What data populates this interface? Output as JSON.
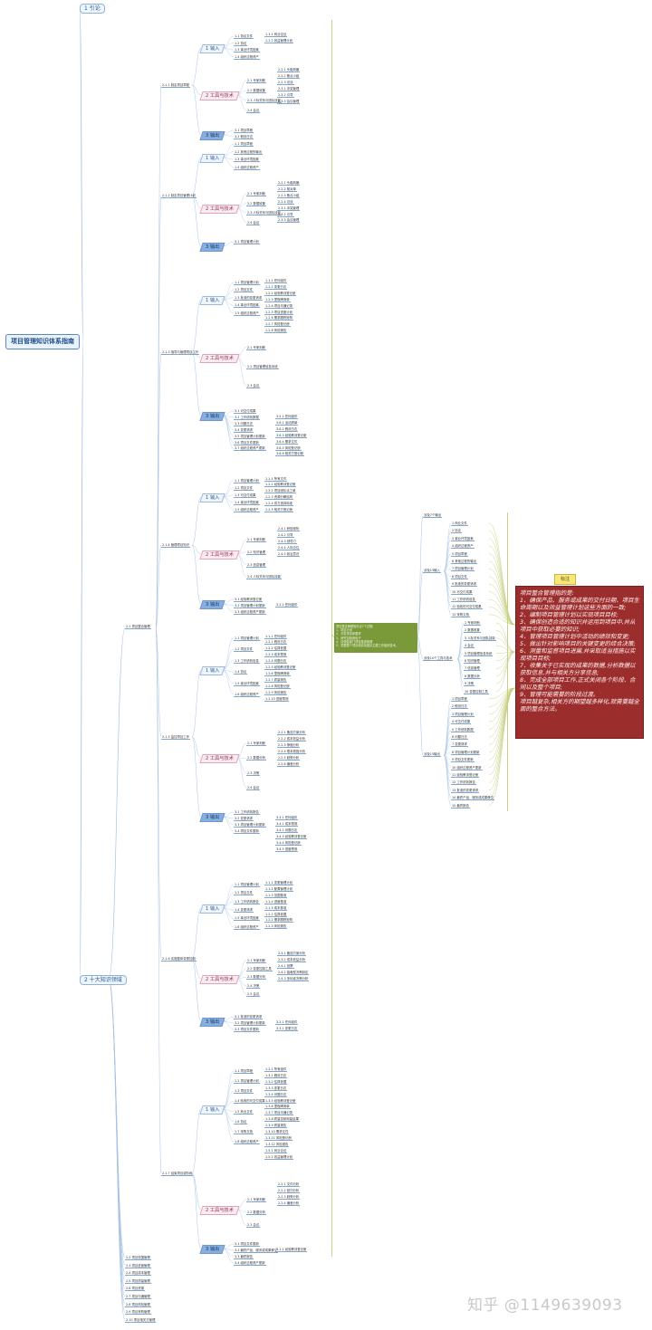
{
  "root": {
    "label": "项目管理知识体系指南"
  },
  "level1": {
    "intro": "1 引论",
    "areas": "2 十大知识领域"
  },
  "process_groups": {
    "pg1": "2.1 项目整合管理"
  },
  "other_areas": [
    "2.2 项目范围管理",
    "2.3 项目进度管理",
    "2.4 项目成本管理",
    "2.5 项目质量管理",
    "2.6 项目资源",
    "2.7 项目沟通管理",
    "2.8 项目风险管理",
    "2.9 项目采购管理",
    "2.10 项目相关方管理"
  ],
  "processes": [
    "2.1.1 制定项目章程",
    "2.1.2 制定项目管理计划",
    "2.1.3 指导与管理项目工作",
    "2.1.4 管理项目知识",
    "2.1.5 监控项目工作",
    "2.1.6 实施整体变更控制",
    "2.1.7 结束项目或阶段"
  ],
  "tags": {
    "input": "1 输入",
    "tools": "2 工具与技术",
    "output": "3 输出"
  },
  "p1": {
    "in": [
      "1.1 协议文件",
      "1.2 协议",
      "1.3 事业环境因素",
      "1.4 组织过程资产"
    ],
    "in_sub": [
      "1.1.1 商业论证",
      "1.1.2 效益管理计划"
    ],
    "tools": [
      "2.1 专家判断",
      "2.2 数据收集",
      "2.3 人际关系与团队技能",
      "2.4 会议"
    ],
    "tools_sub": [
      "2.2.1 头脑风暴",
      "2.2.2 焦点小组",
      "2.2.3 访谈",
      "2.3.1 冲突管理",
      "2.3.2 引导",
      "2.3.3 会议管理"
    ],
    "out": [
      "3.1 项目章程",
      "3.2 假设日志"
    ]
  },
  "p2": {
    "in": [
      "1.1 项目章程",
      "1.2 其他过程的输出",
      "1.3 事业环境因素",
      "1.4 组织过程资产"
    ],
    "tools": [
      "2.1 专家判断",
      "2.2 数据收集",
      "2.3 人际关系与团队技能",
      "2.4 会议"
    ],
    "tools_sub": [
      "2.2.1 头脑风暴",
      "2.2.2 核对单",
      "2.2.3 焦点小组",
      "2.2.4 访谈",
      "2.3.1 冲突管理",
      "2.3.2 引导",
      "2.3.3 会议管理"
    ],
    "out": [
      "3.1 项目管理计划"
    ]
  },
  "p3": {
    "in": [
      "1.1 项目管理计划",
      "1.2 项目文件",
      "1.3 批准的变更请求",
      "1.4 事业环境因素",
      "1.5 组织过程资产"
    ],
    "in_sub": [
      "1.1.1 任何组件",
      "1.2.1 变更日志",
      "1.2.2 经验教训登记册",
      "1.2.3 里程碑清单",
      "1.2.4 项目沟通记录",
      "1.2.5 项目进度计划",
      "1.2.6 需求跟踪矩阵",
      "1.2.7 风险登记册",
      "1.2.8 风险报告"
    ],
    "tools": [
      "2.1 专家判断",
      "2.2 项目管理信息系统",
      "2.3 会议"
    ],
    "out": [
      "3.1 可交付成果",
      "3.2 工作绩效数据",
      "3.3 问题日志",
      "3.4 变更请求",
      "3.5 项目管理计划更新",
      "3.6 项目文件更新",
      "3.7 组织过程资产更新"
    ],
    "out_sub": [
      "3.5.1 任何组件",
      "3.6.1 活动清单",
      "3.6.2 假设日志",
      "3.6.3 经验教训登记册",
      "3.6.4 需求文件",
      "3.6.5 风险登记册",
      "3.6.6 相关方登记册"
    ]
  },
  "p4": {
    "in": [
      "1.1 项目管理计划",
      "1.2 项目文件",
      "1.3 可交付成果",
      "1.4 事业环境因素",
      "1.5 组织过程资产"
    ],
    "in_sub": [
      "1.1.1 所有文件",
      "1.2.1 经验教训登记册",
      "1.2.2 项目团队派工单",
      "1.2.3 资源分解结构",
      "1.2.4 供方选择标准",
      "1.2.5 相关方登记册"
    ],
    "tools": [
      "2.1 专家判断",
      "2.2 知识管理",
      "2.3 信息管理",
      "2.4 人际关系与团队技能"
    ],
    "tools_sub": [
      "2.4.1 积极倾听",
      "2.4.2 引导",
      "2.4.3 领导力",
      "2.4.4 人际交往",
      "2.4.5 政治意识"
    ],
    "out": [
      "3.1 经验教训登记册",
      "3.2 项目管理计划更新",
      "3.3 组织过程资产更新"
    ],
    "out_sub": [
      "3.2.1 任何组件"
    ]
  },
  "p5": {
    "in": [
      "1.1 项目管理计划",
      "1.2 项目文件",
      "1.3 工作绩效信息",
      "1.4 协议",
      "1.5 事业环境因素",
      "1.6 组织过程资产"
    ],
    "in_sub": [
      "1.1.1 任何组件",
      "1.2.1 假设日志",
      "1.2.2 估算依据",
      "1.2.3 成本预测",
      "1.2.4 问题日志",
      "1.2.5 经验教训登记册",
      "1.2.6 里程碑清单",
      "1.2.7 质量报告",
      "1.2.8 风险登记册",
      "1.2.9 风险报告",
      "1.2.10 进度预测"
    ],
    "tools": [
      "2.1 专家判断",
      "2.2 数据分析",
      "2.3 决策",
      "2.4 会议"
    ],
    "tools_sub": [
      "2.2.1 备选方案分析",
      "2.2.2 成本效益分析",
      "2.2.3 挣值分析",
      "2.2.4 根本原因分析",
      "2.2.5 趋势分析",
      "2.2.6 偏差分析"
    ],
    "out": [
      "3.1 工作绩效报告",
      "3.2 变更请求",
      "3.3 项目管理计划更新",
      "3.4 项目文件更新"
    ],
    "out_sub": [
      "3.3.1 任何组件",
      "3.4.1 成本预测",
      "3.4.2 问题日志",
      "3.4.3 经验教训登记册",
      "3.4.4 风险登记册",
      "3.4.5 进度预测"
    ]
  },
  "p6": {
    "in": [
      "1.1 项目管理计划",
      "1.2 项目文件",
      "1.3 工作绩效报告",
      "1.4 变更请求",
      "1.5 事业环境因素",
      "1.6 组织过程资产"
    ],
    "in_sub": [
      "1.1.1 变更管理计划",
      "1.1.2 配置管理计划",
      "1.1.3 范围基准",
      "1.1.4 进度基准",
      "1.1.5 成本基准",
      "1.2.1 估算依据",
      "1.2.2 需求跟踪矩阵",
      "1.2.3 风险报告"
    ],
    "tools": [
      "2.1 专家判断",
      "2.2 变更控制工具",
      "2.3 数据分析",
      "2.4 决策",
      "2.5 会议"
    ],
    "tools_sub": [
      "2.3.1 备选方案分析",
      "2.3.2 成本效益分析",
      "2.4.1 投票",
      "2.4.2 独裁型决策制定",
      "2.4.3 多标准决策分析"
    ],
    "out": [
      "3.1 批准的变更请求",
      "3.2 项目管理计划更新",
      "3.3 项目文件更新"
    ],
    "out_sub": [
      "3.2.1 任何组件",
      "3.3.1 变更日志"
    ]
  },
  "p7": {
    "in": [
      "1.1 项目章程",
      "1.2 项目管理计划",
      "1.3 项目文件",
      "1.4 验收的可交付成果",
      "1.5 商业文件",
      "1.6 协议",
      "1.7 采购文档",
      "1.8 组织过程资产"
    ],
    "in_sub": [
      "1.2.1 所有组件",
      "1.3.1 假设日志",
      "1.3.2 估算依据",
      "1.3.3 变更日志",
      "1.3.4 问题日志",
      "1.3.5 经验教训登记册",
      "1.3.6 里程碑清单",
      "1.3.7 项目沟通记录",
      "1.3.8 质量控制测量结果",
      "1.3.9 质量报告",
      "1.3.10 需求文件",
      "1.3.11 风险登记册",
      "1.3.12 风险报告",
      "1.5.1 商业论证",
      "1.5.2 效益管理计划"
    ],
    "tools": [
      "2.1 专家判断",
      "2.2 数据分析",
      "2.3 会议"
    ],
    "tools_sub": [
      "2.2.1 文件分析",
      "2.2.2 回归分析",
      "2.2.3 趋势分析",
      "2.2.4 偏差分析"
    ],
    "out": [
      "3.1 项目文件更新",
      "3.2 最终产品、服务或成果移交",
      "3.3 最终报告",
      "3.4 组织过程资产更新"
    ],
    "out_sub": [
      "3.1.1 经验教训登记册"
    ]
  },
  "summary": {
    "in_label": "涉及7个输出",
    "in13_label": "涉及13输入",
    "tools10_label": "涉及10个工具与技术",
    "out15_label": "涉及15输出",
    "inputs": [
      "1 商业文件",
      "2 协议",
      "3 事业环境因素",
      "4 组织过程资产",
      "5 项目章程",
      "6 其他过程的输出",
      "7 项目管理计划",
      "8 项目文件",
      "9 批准的变更请求",
      "10 可交付成果",
      "11 工作绩效信息",
      "12 验收的可交付成果",
      "13 采购文档"
    ],
    "tools": [
      "1 专家判断",
      "2 数据收集",
      "3 人际关系与团队技能",
      "4 会议",
      "5 项目管理信息系统",
      "6 知识管理",
      "7 信息管理",
      "8 数据分析",
      "9 决策",
      "10 变更控制工具"
    ],
    "outputs": [
      "1 项目章程",
      "2 假设日志",
      "3 项目管理计划",
      "4 可交付成果",
      "5 工作绩效数据",
      "6 问题日志",
      "7 变更请求",
      "8 项目管理计划更新",
      "9 项目文件更新",
      "10 组织过程资产更新",
      "11 经验教训登记册",
      "12 工作绩效报告",
      "13 批准的变更请求",
      "14 最终产品、服务或成果移交",
      "15 最终报告"
    ]
  },
  "green_note": "项目整合管理知识点7个过程:\n1、项目计划\n2、开发事务和要求\n3、研究控制用电子\n4、协调各部门项目集成管理\n5、重要整个项目和实际团队主要工作组织技术。",
  "badge": "标注",
  "red_note": "项目整合管理指的是:\n1、确保产品、服务或成果的交付日期、项目生命周期以及效益管理计划这些方面的一致;\n2、编制项目管理计划以实现项目目标;\n3、确保创造合适的知识并运用到项目中,并从项目中获取必要的知识;\n4、管理项目管理计划中活动的绩效和变更;\n5、做出针对影响项目的关键变更的综合决策;\n6、测量和监督项目进展,并采取适当措施以实现项目目标;\n7、收集关于已实现的成果的数据,分析数据以获取信息,并与相关方分享信息;\n8、完成全部项目工作,正式关闭各个阶段、合同以及整个项目;\n9、管理可能需要的阶段过渡。\n项目越复杂,相关方的期望越多样化,就需要越全面的整合方法。",
  "watermark": "知乎 @1149639093",
  "colors": {
    "line": "#7fa6cf",
    "green": "#7a9a3a",
    "red": "#9c2d2d",
    "input_tag": "#eef4fb",
    "tool_tag": "#fbeaf0",
    "output_tag": "#86aee0"
  }
}
